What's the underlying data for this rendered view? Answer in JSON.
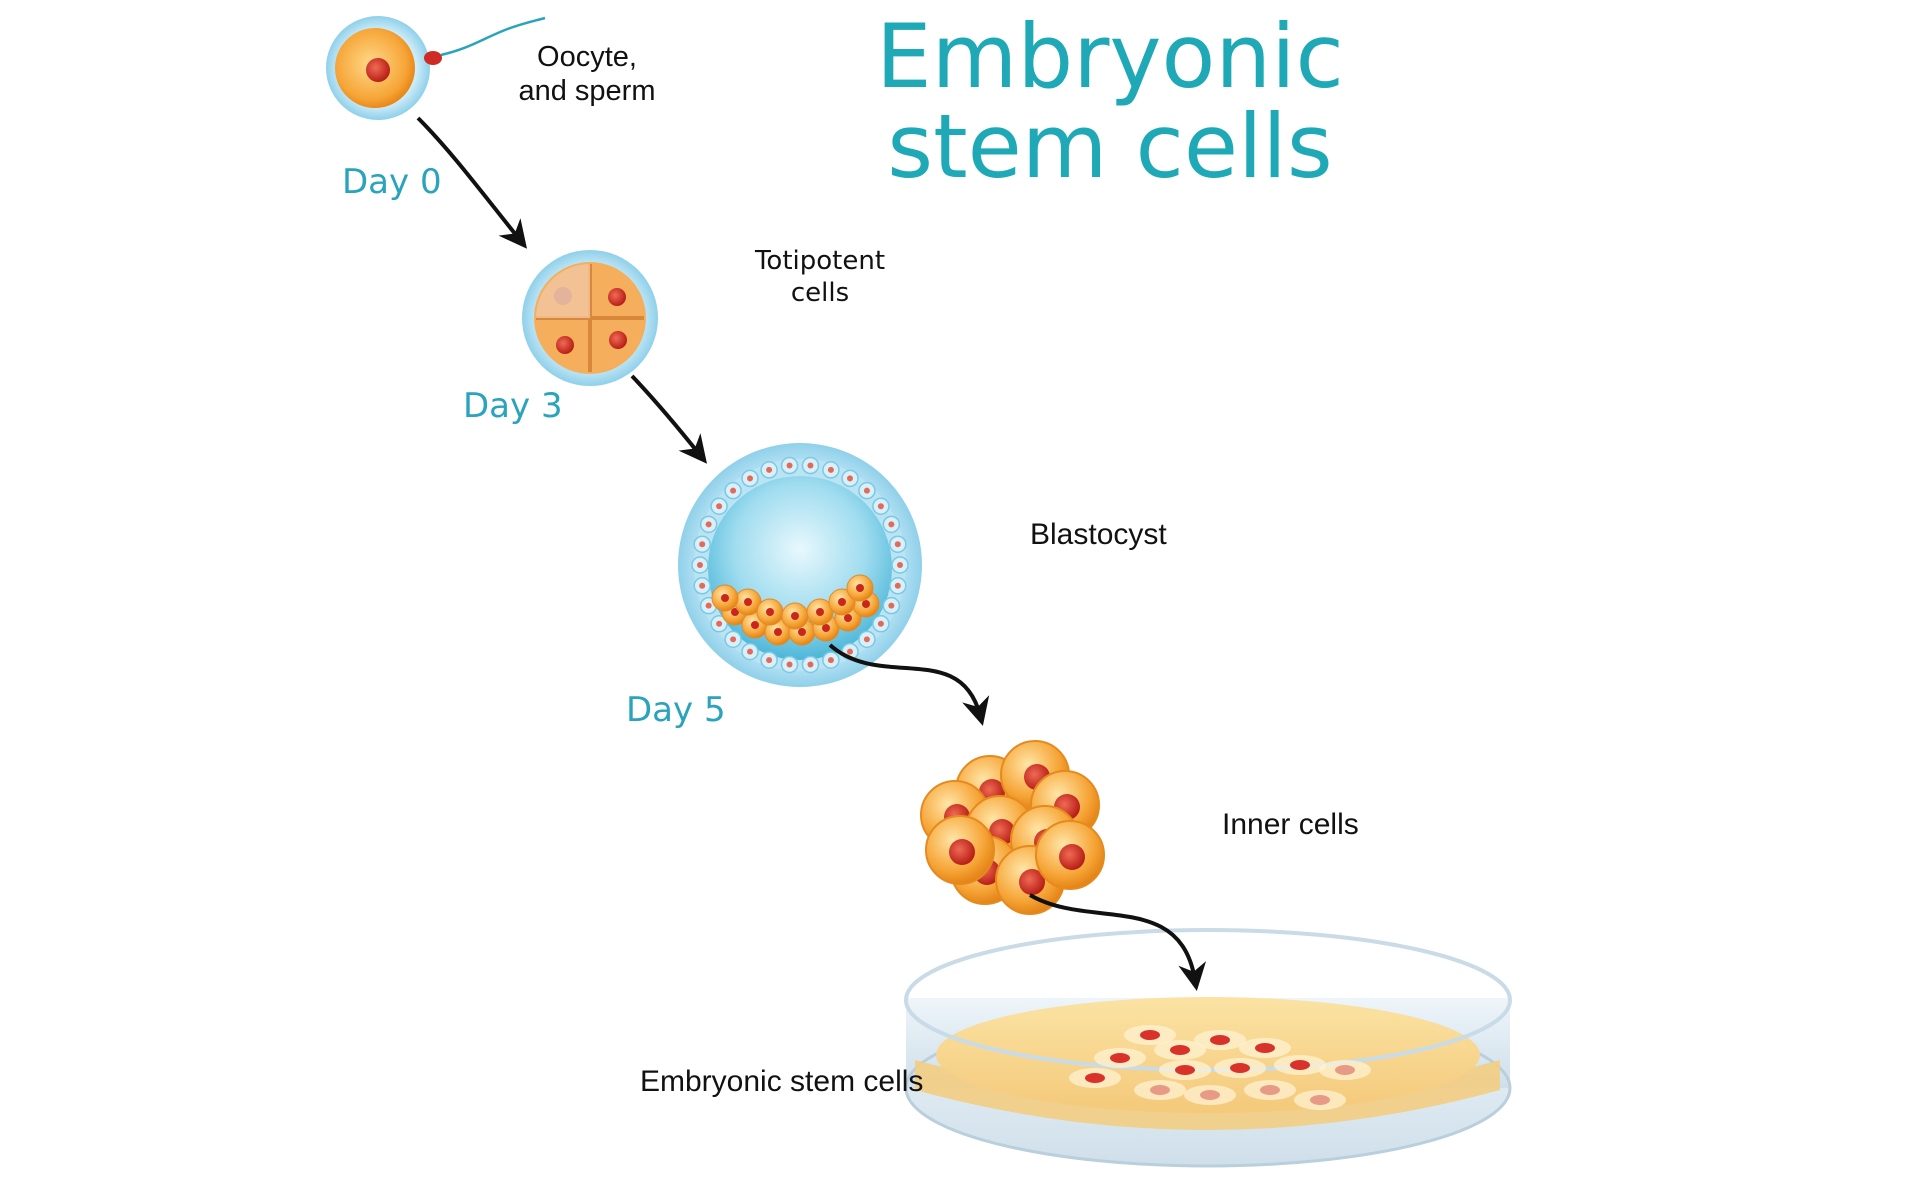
{
  "title": {
    "line1": "Embryonic",
    "line2": "stem cells"
  },
  "stages": [
    {
      "day": "Day 0",
      "label": "Oocyte,\nand sperm"
    },
    {
      "day": "Day 3",
      "label": "Totipotent\ncells"
    },
    {
      "day": "Day 5",
      "label": "Blastocyst"
    },
    {
      "day": "",
      "label": "Inner cells"
    },
    {
      "day": "",
      "label": "Embryonic stem cells"
    }
  ],
  "colors": {
    "title": "#1fa9b6",
    "day_label": "#2aa3bd",
    "cell_orange": "#f6a537",
    "nucleus_red": "#d22f24",
    "membrane_blue": "#9fd8ee",
    "arrow": "#111111"
  },
  "icons": [
    "oocyte-sperm-icon",
    "four-cell-embryo-icon",
    "blastocyst-icon",
    "inner-cell-mass-icon",
    "petri-dish-icon"
  ]
}
